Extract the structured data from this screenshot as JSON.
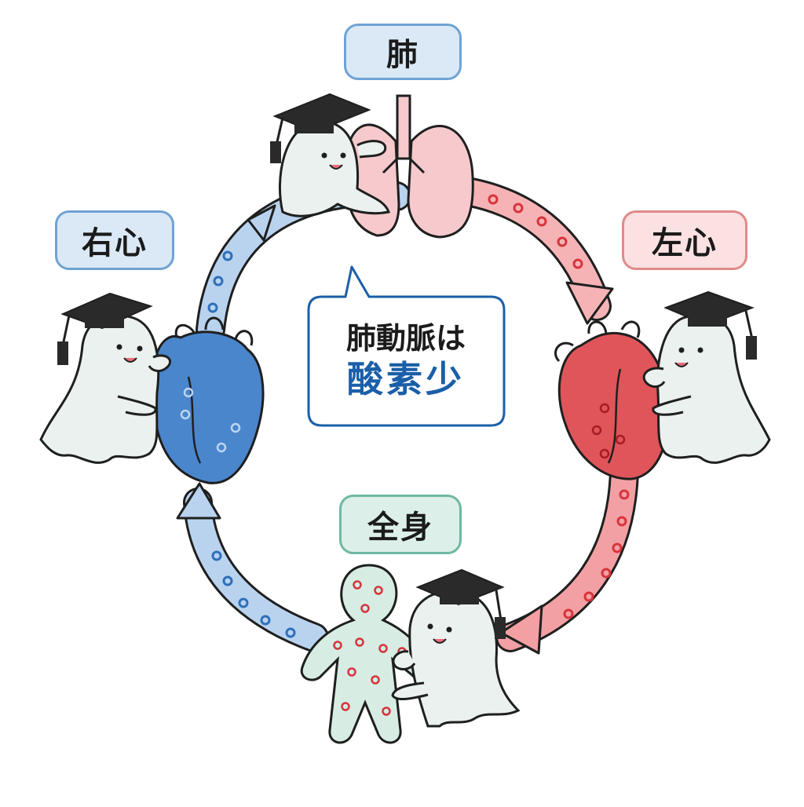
{
  "labels": {
    "lung": "肺",
    "right_heart": "右心",
    "left_heart": "左心",
    "whole_body": "全身"
  },
  "bubble": {
    "line1": "肺動脈は",
    "line2": "酸素少"
  },
  "colors": {
    "deoxygenated": "#4a86cc",
    "oxygenated": "#e0555a",
    "lung": "#f6c9cc",
    "body": "#d7ede4",
    "outline": "#1f1f1f"
  },
  "icons": [
    "graduation-cap-icon",
    "lung-icon",
    "heart-icon",
    "body-figure-icon",
    "ghost-mascot-icon"
  ]
}
